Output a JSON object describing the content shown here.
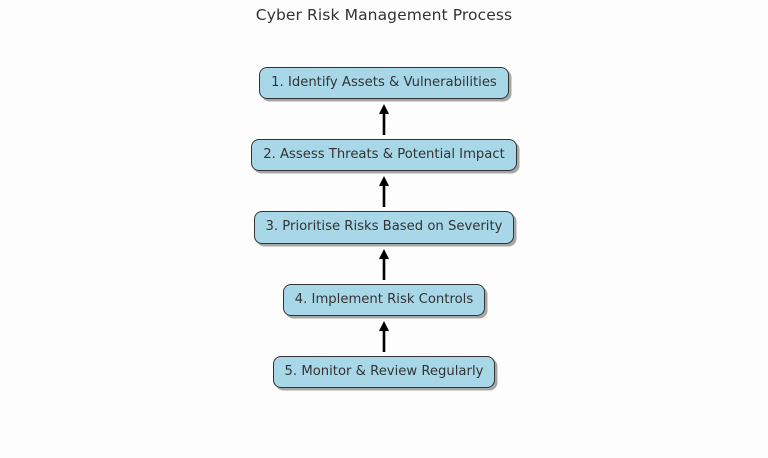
{
  "diagram": {
    "title": "Cyber Risk Management Process",
    "type": "flowchart",
    "orientation": "bottom-to-top",
    "colors": {
      "background": "#fdfdfd",
      "node_fill": "#a8d8e8",
      "node_border": "#333333",
      "node_text": "#333333",
      "title_text": "#333333",
      "arrow": "#000000"
    },
    "nodes": [
      {
        "id": "step-1",
        "step": "1",
        "label": "1. Identify Assets & Vulnerabilities"
      },
      {
        "id": "step-2",
        "step": "2",
        "label": "2. Assess Threats & Potential Impact"
      },
      {
        "id": "step-3",
        "step": "3",
        "label": "3. Prioritise Risks Based on Severity"
      },
      {
        "id": "step-4",
        "step": "4",
        "label": "4. Implement Risk Controls"
      },
      {
        "id": "step-5",
        "step": "5",
        "label": "5. Monitor & Review Regularly"
      }
    ],
    "arrows": [
      {
        "id": "arrow-2-to-1",
        "from": "step-2",
        "to": "step-1",
        "direction": "up",
        "icon": "arrow-up-icon"
      },
      {
        "id": "arrow-3-to-2",
        "from": "step-3",
        "to": "step-2",
        "direction": "up",
        "icon": "arrow-up-icon"
      },
      {
        "id": "arrow-4-to-3",
        "from": "step-4",
        "to": "step-3",
        "direction": "up",
        "icon": "arrow-up-icon"
      },
      {
        "id": "arrow-5-to-4",
        "from": "step-5",
        "to": "step-4",
        "direction": "up",
        "icon": "arrow-up-icon"
      }
    ]
  }
}
